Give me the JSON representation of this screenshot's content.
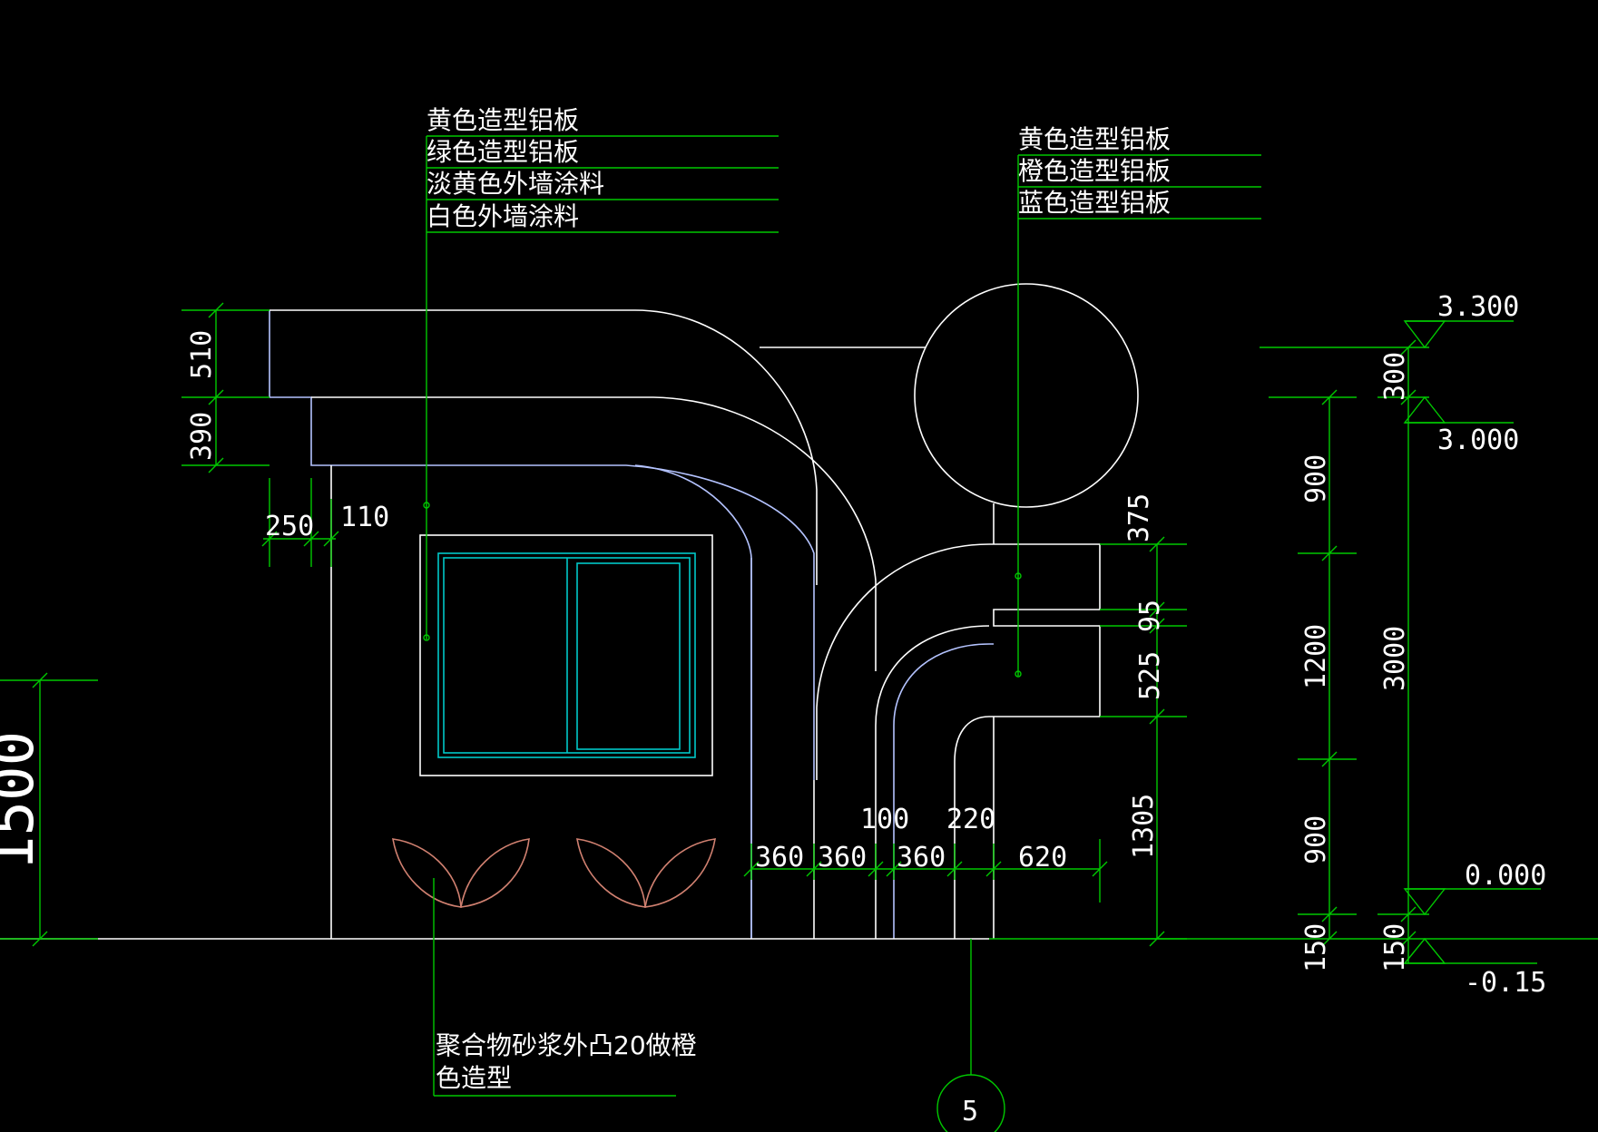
{
  "colors": {
    "background": "#000000",
    "dimension": "#00c800",
    "outline": "#ffffff",
    "outline_blue": "#b4c3ff",
    "window": "#00c8c8",
    "leaf": "#d08070",
    "text": "#ffffff"
  },
  "notes": {
    "left": [
      "黄色造型铝板",
      "绿色造型铝板",
      "淡黄色外墙涂料",
      "白色外墙涂料"
    ],
    "right": [
      "黄色造型铝板",
      "橙色造型铝板",
      "蓝色造型铝板"
    ],
    "bottom": [
      "聚合物砂浆外凸20做橙",
      "色造型"
    ]
  },
  "dims": {
    "left_510": "510",
    "left_390": "390",
    "left_250": "250",
    "left_110": "110",
    "far_left_1500": "1500",
    "bottom_360a": "360",
    "bottom_360b": "360",
    "bottom_100": "100",
    "bottom_360c": "360",
    "bottom_220": "220",
    "bottom_620": "620",
    "mid_375": "375",
    "mid_95": "95",
    "mid_525": "525",
    "mid_1305": "1305",
    "right_900_top": "900",
    "right_1200": "1200",
    "right_900_bottom": "900",
    "right_150_a": "150",
    "far_300": "300",
    "far_3000": "3000",
    "far_150": "150"
  },
  "levels": {
    "top": "3.300",
    "mid": "3.000",
    "zero": "0.000",
    "minus": "-0.15"
  },
  "axis_label": "5"
}
